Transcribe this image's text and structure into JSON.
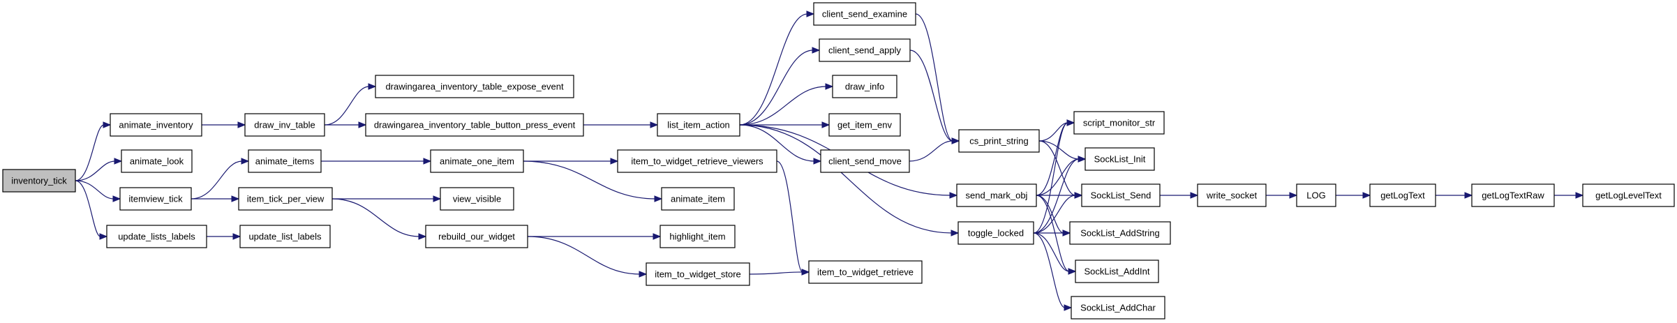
{
  "graph": {
    "title": "",
    "nodes": [
      {
        "id": "inventory_tick",
        "label": "inventory_tick",
        "root": true
      },
      {
        "id": "animate_inventory",
        "label": "animate_inventory"
      },
      {
        "id": "animate_look",
        "label": "animate_look"
      },
      {
        "id": "itemview_tick",
        "label": "itemview_tick"
      },
      {
        "id": "update_lists_labels",
        "label": "update_lists_labels"
      },
      {
        "id": "draw_inv_table",
        "label": "draw_inv_table"
      },
      {
        "id": "animate_items",
        "label": "animate_items"
      },
      {
        "id": "item_tick_per_view",
        "label": "item_tick_per_view"
      },
      {
        "id": "update_list_labels",
        "label": "update_list_labels"
      },
      {
        "id": "expose_event",
        "label": "drawingarea_inventory_table_expose_event"
      },
      {
        "id": "button_press_event",
        "label": "drawingarea_inventory_table_button_press_event"
      },
      {
        "id": "animate_one_item",
        "label": "animate_one_item"
      },
      {
        "id": "view_visible",
        "label": "view_visible"
      },
      {
        "id": "rebuild_our_widget",
        "label": "rebuild_our_widget"
      },
      {
        "id": "list_item_action",
        "label": "list_item_action"
      },
      {
        "id": "retrieve_viewers",
        "label": "item_to_widget_retrieve_viewers"
      },
      {
        "id": "animate_item",
        "label": "animate_item"
      },
      {
        "id": "highlight_item",
        "label": "highlight_item"
      },
      {
        "id": "item_to_widget_store",
        "label": "item_to_widget_store"
      },
      {
        "id": "client_send_examine",
        "label": "client_send_examine"
      },
      {
        "id": "client_send_apply",
        "label": "client_send_apply"
      },
      {
        "id": "draw_info",
        "label": "draw_info"
      },
      {
        "id": "get_item_env",
        "label": "get_item_env"
      },
      {
        "id": "client_send_move",
        "label": "client_send_move"
      },
      {
        "id": "item_to_widget_retrieve",
        "label": "item_to_widget_retrieve"
      },
      {
        "id": "cs_print_string",
        "label": "cs_print_string"
      },
      {
        "id": "send_mark_obj",
        "label": "send_mark_obj"
      },
      {
        "id": "toggle_locked",
        "label": "toggle_locked"
      },
      {
        "id": "script_monitor_str",
        "label": "script_monitor_str"
      },
      {
        "id": "SockList_Init",
        "label": "SockList_Init"
      },
      {
        "id": "SockList_Send",
        "label": "SockList_Send"
      },
      {
        "id": "SockList_AddString",
        "label": "SockList_AddString"
      },
      {
        "id": "SockList_AddInt",
        "label": "SockList_AddInt"
      },
      {
        "id": "SockList_AddChar",
        "label": "SockList_AddChar"
      },
      {
        "id": "write_socket",
        "label": "write_socket"
      },
      {
        "id": "LOG",
        "label": "LOG"
      },
      {
        "id": "getLogText",
        "label": "getLogText"
      },
      {
        "id": "getLogTextRaw",
        "label": "getLogTextRaw"
      },
      {
        "id": "getLogLevelText",
        "label": "getLogLevelText"
      }
    ],
    "edges": [
      [
        "inventory_tick",
        "animate_inventory"
      ],
      [
        "inventory_tick",
        "animate_look"
      ],
      [
        "inventory_tick",
        "itemview_tick"
      ],
      [
        "inventory_tick",
        "update_lists_labels"
      ],
      [
        "animate_inventory",
        "draw_inv_table"
      ],
      [
        "draw_inv_table",
        "expose_event"
      ],
      [
        "draw_inv_table",
        "button_press_event"
      ],
      [
        "button_press_event",
        "list_item_action"
      ],
      [
        "itemview_tick",
        "animate_items"
      ],
      [
        "itemview_tick",
        "item_tick_per_view"
      ],
      [
        "animate_items",
        "animate_one_item"
      ],
      [
        "animate_one_item",
        "retrieve_viewers"
      ],
      [
        "animate_one_item",
        "animate_item"
      ],
      [
        "item_tick_per_view",
        "view_visible"
      ],
      [
        "item_tick_per_view",
        "rebuild_our_widget"
      ],
      [
        "rebuild_our_widget",
        "highlight_item"
      ],
      [
        "rebuild_our_widget",
        "item_to_widget_store"
      ],
      [
        "item_to_widget_store",
        "item_to_widget_retrieve"
      ],
      [
        "retrieve_viewers",
        "item_to_widget_retrieve"
      ],
      [
        "update_lists_labels",
        "update_list_labels"
      ],
      [
        "list_item_action",
        "client_send_examine"
      ],
      [
        "list_item_action",
        "client_send_apply"
      ],
      [
        "list_item_action",
        "draw_info"
      ],
      [
        "list_item_action",
        "get_item_env"
      ],
      [
        "list_item_action",
        "client_send_move"
      ],
      [
        "list_item_action",
        "send_mark_obj"
      ],
      [
        "list_item_action",
        "toggle_locked"
      ],
      [
        "client_send_examine",
        "cs_print_string"
      ],
      [
        "client_send_apply",
        "cs_print_string"
      ],
      [
        "client_send_move",
        "cs_print_string"
      ],
      [
        "cs_print_string",
        "script_monitor_str"
      ],
      [
        "cs_print_string",
        "SockList_Init"
      ],
      [
        "cs_print_string",
        "SockList_Send"
      ],
      [
        "send_mark_obj",
        "script_monitor_str"
      ],
      [
        "send_mark_obj",
        "SockList_Init"
      ],
      [
        "send_mark_obj",
        "SockList_Send"
      ],
      [
        "send_mark_obj",
        "SockList_AddString"
      ],
      [
        "send_mark_obj",
        "SockList_AddInt"
      ],
      [
        "toggle_locked",
        "script_monitor_str"
      ],
      [
        "toggle_locked",
        "SockList_Init"
      ],
      [
        "toggle_locked",
        "SockList_Send"
      ],
      [
        "toggle_locked",
        "SockList_AddString"
      ],
      [
        "toggle_locked",
        "SockList_AddInt"
      ],
      [
        "toggle_locked",
        "SockList_AddChar"
      ],
      [
        "SockList_Send",
        "write_socket"
      ],
      [
        "write_socket",
        "LOG"
      ],
      [
        "LOG",
        "getLogText"
      ],
      [
        "getLogText",
        "getLogTextRaw"
      ],
      [
        "getLogTextRaw",
        "getLogLevelText"
      ]
    ]
  },
  "colors": {
    "edge": "#191970",
    "root_fill": "#bfbfbf",
    "node_fill": "#ffffff",
    "node_stroke": "#000000"
  }
}
